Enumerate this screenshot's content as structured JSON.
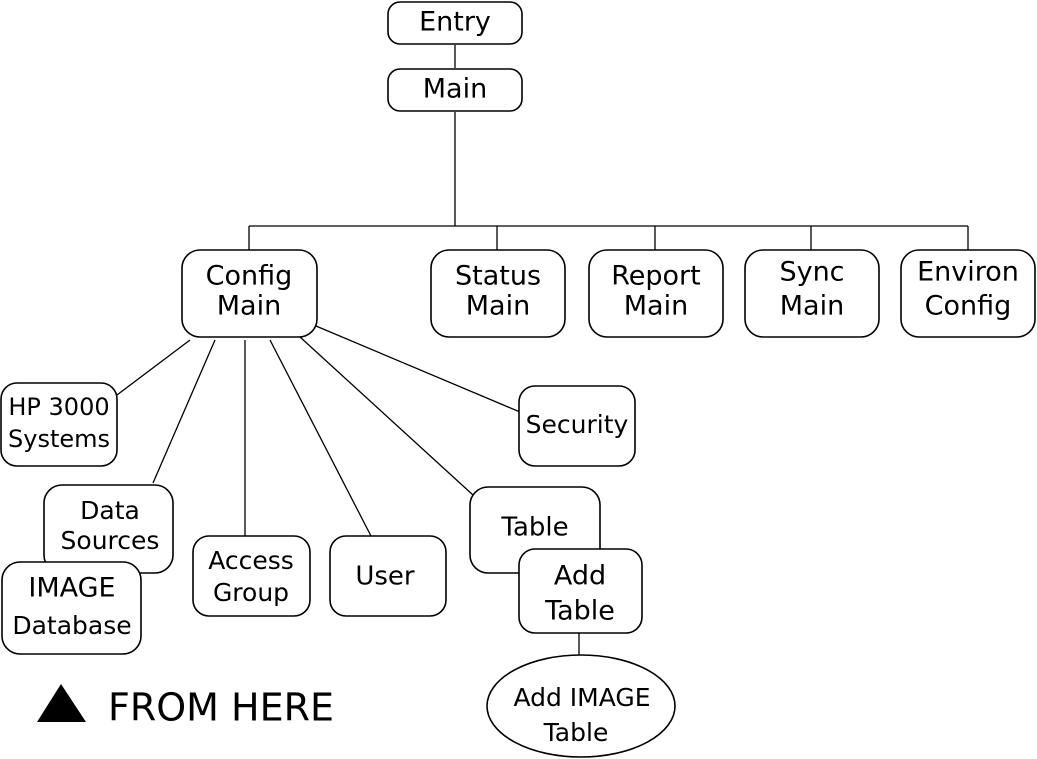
{
  "diagram": {
    "nodes": {
      "entry": "Entry",
      "main": "Main",
      "config_main": [
        "Config",
        "Main"
      ],
      "status_main": [
        "Status",
        "Main"
      ],
      "report_main": [
        "Report",
        "Main"
      ],
      "sync_main": [
        "Sync",
        "Main"
      ],
      "environ_config": [
        "Environ",
        "Config"
      ],
      "hp3000_systems": [
        "HP 3000",
        "Systems"
      ],
      "security": "Security",
      "data_sources": [
        "Data",
        "Sources"
      ],
      "image_database": [
        "IMAGE",
        "Database"
      ],
      "access_group": [
        "Access",
        "Group"
      ],
      "user": "User",
      "table": "Table",
      "add_table": [
        "Add",
        "Table"
      ],
      "add_image_table": [
        "Add IMAGE",
        "Table"
      ]
    },
    "legend": {
      "marker_icon": "triangle-up-icon",
      "text": "FROM HERE"
    }
  }
}
